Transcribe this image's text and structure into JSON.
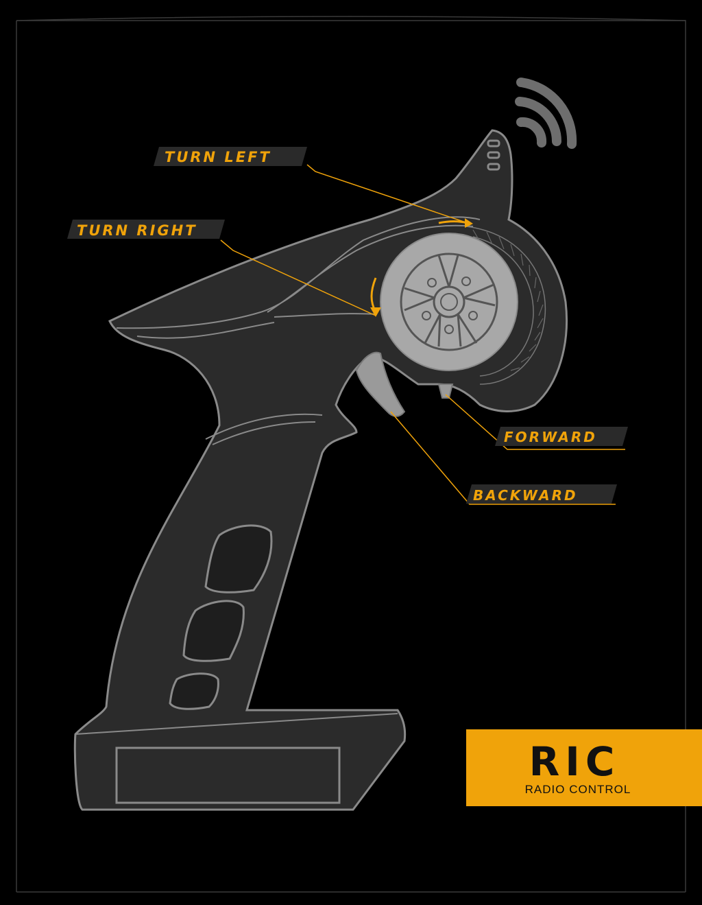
{
  "labels": {
    "turn_left": "TURN LEFT",
    "turn_right": "TURN RIGHT",
    "forward": "FORWARD",
    "backward": "BACKWARD"
  },
  "brand": {
    "logo": "RIC",
    "subtitle": "RADIO CONTROL"
  },
  "colors": {
    "background": "#000000",
    "accent": "#f0a30a",
    "body_fill": "#2c2c2c",
    "outline": "#8a8a8a",
    "wheel": "#a9a9a9"
  },
  "icons": [
    "wireless-signal-icon",
    "steering-wheel-icon",
    "trigger-icon"
  ]
}
